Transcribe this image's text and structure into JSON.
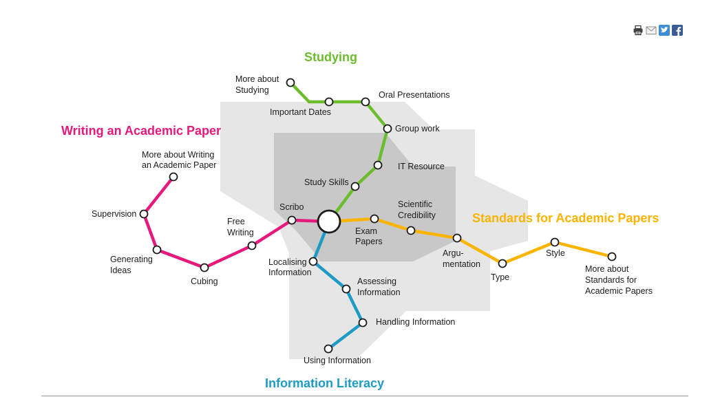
{
  "share": {
    "print_icon": "printer-icon",
    "mail_icon": "envelope-icon",
    "twitter_icon": "twitter-bird-icon",
    "facebook_icon": "facebook-f-icon"
  },
  "colors": {
    "studying": "#6cbd2d",
    "writing": "#e6197c",
    "standards": "#fbb400",
    "information": "#1e9bc4",
    "zone_light": "#e6e6e6",
    "zone_dark": "#c8c8c8"
  },
  "titles": {
    "studying": "Studying",
    "writing": "Writing an Academic Paper",
    "standards": "Standards for Academic Papers",
    "information": "Information Literacy"
  },
  "stations": {
    "more_about_studying": [
      "More about",
      "Studying"
    ],
    "important_dates": [
      "Important Dates"
    ],
    "oral_presentations": [
      "Oral Presentations"
    ],
    "group_work": [
      "Group work"
    ],
    "it_resource": [
      "IT Resource"
    ],
    "study_skills": [
      "Study Skills"
    ],
    "more_about_writing": [
      "More about Writing",
      "an Academic Paper"
    ],
    "supervision": [
      "Supervision"
    ],
    "generating_ideas": [
      "Generating",
      "Ideas"
    ],
    "cubing": [
      "Cubing"
    ],
    "free_writing": [
      "Free",
      "Writing"
    ],
    "scribo": [
      "Scribo"
    ],
    "exam_papers": [
      "Exam",
      "Papers"
    ],
    "scientific_credibility": [
      "Scientific",
      "Credibility"
    ],
    "argumentation": [
      "Argu-",
      "mentation"
    ],
    "type": [
      "Type"
    ],
    "style": [
      "Style"
    ],
    "more_about_standards": [
      "More about",
      "Standards for",
      "Academic Papers"
    ],
    "localising_information": [
      "Localising",
      "Information"
    ],
    "assessing_information": [
      "Assessing",
      "Information"
    ],
    "handling_information": [
      "Handling Information"
    ],
    "using_information": [
      "Using Information"
    ]
  }
}
